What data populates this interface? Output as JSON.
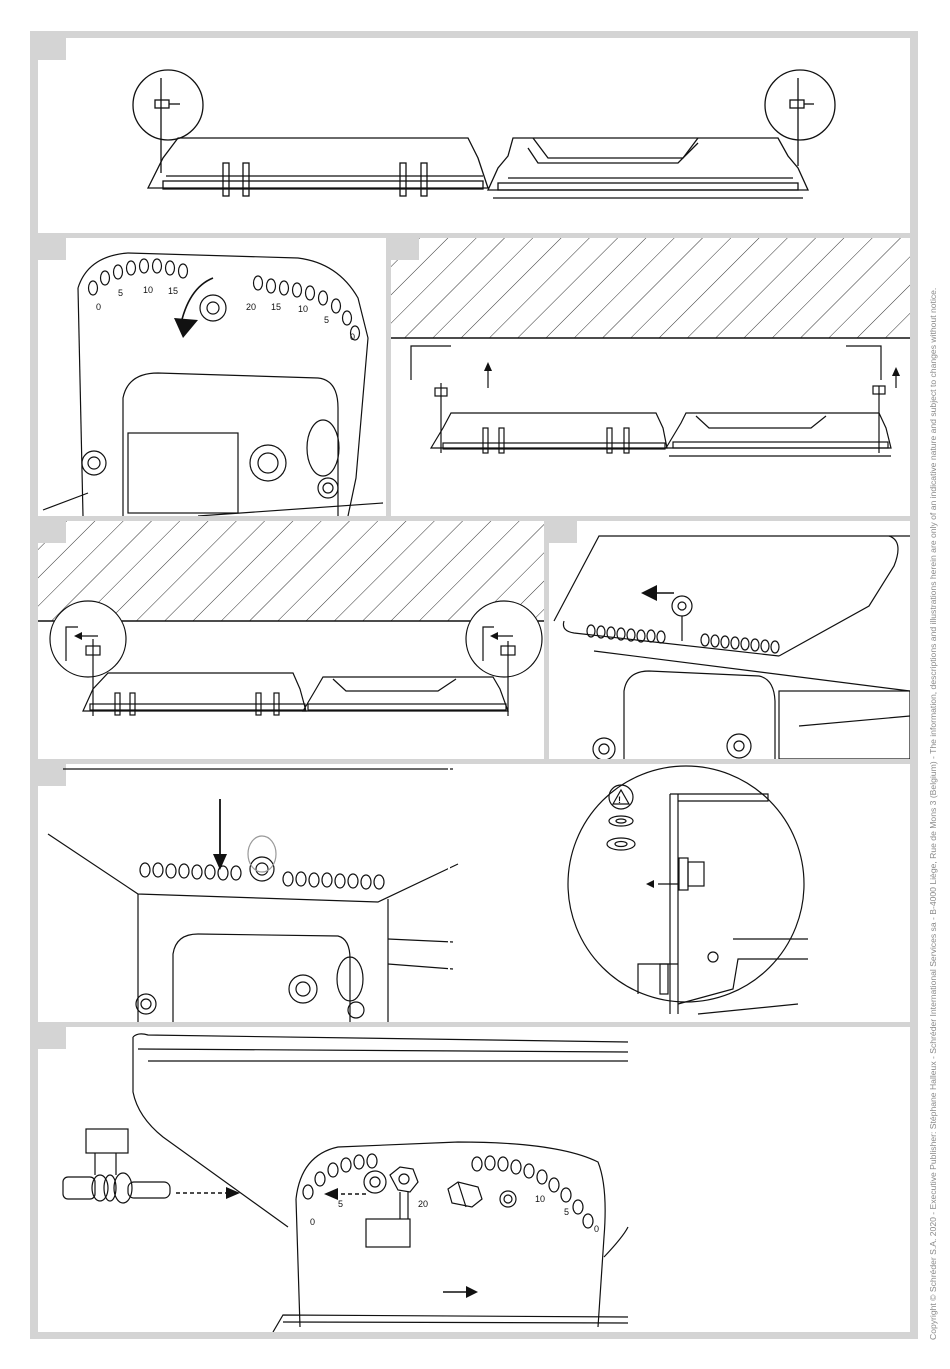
{
  "copyright": "Copyright © Schréder S.A. 2020 - Executive Publisher: Stéphane Halleux - Schréder International Services sa - B-4000 Liège, Rue de Mons 3 (Belgium) - The information, descriptions and illustrations herein are only of an indicative nature and subject to changes without notice.",
  "panel2_scale": [
    "0",
    "5",
    "10",
    "15",
    "20",
    "15",
    "10",
    "5",
    "0"
  ],
  "panel9_scale": [
    "0",
    "5",
    "20",
    "10",
    "5",
    "0"
  ],
  "warning_symbol": "!",
  "icons": [
    "rotate-arrow-icon",
    "up-arrow-icon",
    "left-arrow-icon",
    "down-arrow-icon",
    "right-arrow-icon",
    "warning-icon",
    "washer-icon"
  ]
}
